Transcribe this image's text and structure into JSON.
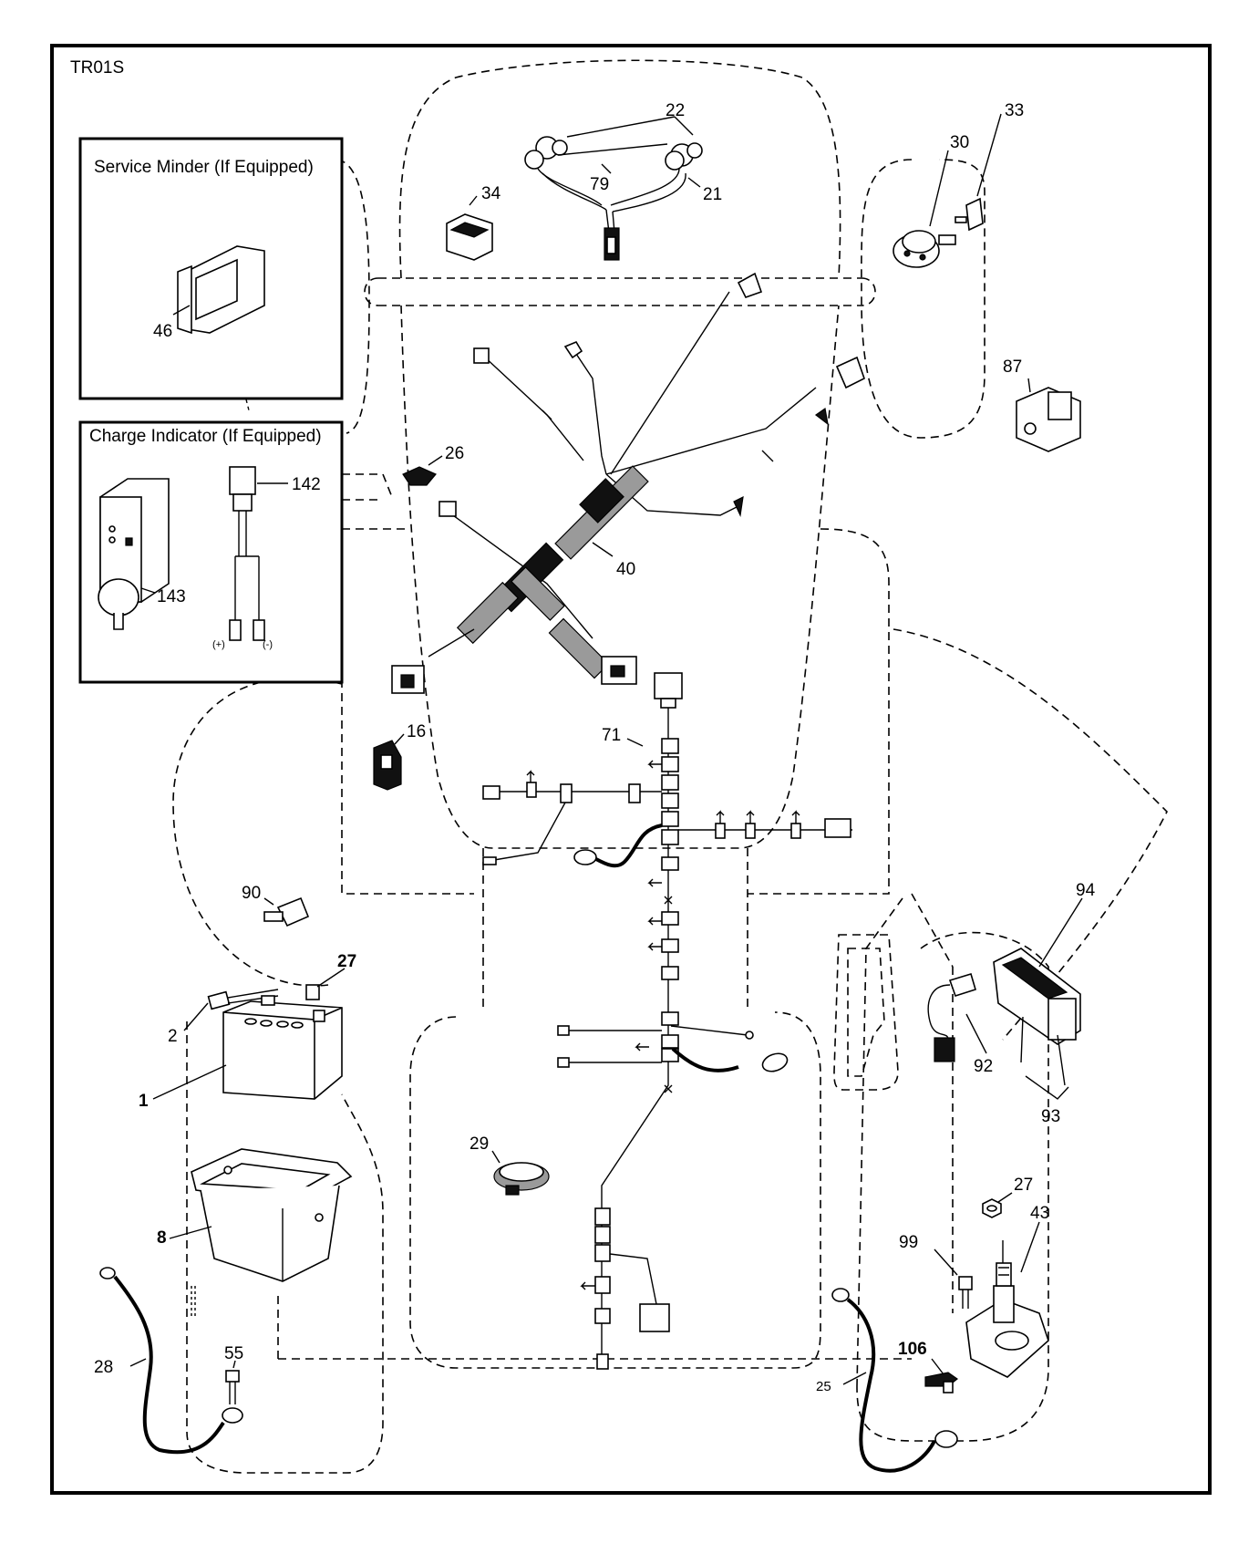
{
  "diagram_code": "TR01S",
  "boxes": {
    "service_minder": "Service Minder (If Equipped)",
    "charge_indicator": "Charge Indicator (If Equipped)"
  },
  "connector_polarity": {
    "plus": "(+)",
    "minus": "(-)"
  },
  "part_labels": {
    "p1": "1",
    "p2": "2",
    "p8": "8",
    "p16": "16",
    "p21": "21",
    "p22": "22",
    "p25": "25",
    "p26": "26",
    "p27a": "27",
    "p27b": "27",
    "p28": "28",
    "p29": "29",
    "p30": "30",
    "p33": "33",
    "p34": "34",
    "p40": "40",
    "p43": "43",
    "p46": "46",
    "p55": "55",
    "p71": "71",
    "p79": "79",
    "p87": "87",
    "p90": "90",
    "p92": "92",
    "p93": "93",
    "p94": "94",
    "p99": "99",
    "p106": "106",
    "p142": "142",
    "p143": "143"
  }
}
